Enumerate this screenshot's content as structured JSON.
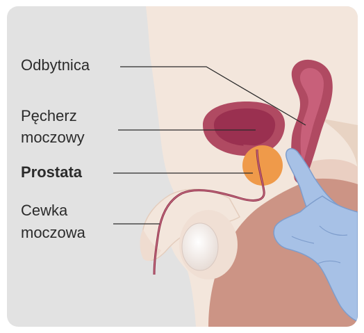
{
  "labels": {
    "rectum": "Odbytnica",
    "bladder_line1": "Pęcherz",
    "bladder_line2": "moczowy",
    "prostate": "Prostata",
    "urethra_line1": "Cewka",
    "urethra_line2": "moczowa"
  },
  "colors": {
    "background_panel": "#e2e2e2",
    "skin": "#f3e6dc",
    "skin_shadow": "#e8d3c3",
    "tissue_inner": "#c98f7f",
    "bladder": "#b04a62",
    "bladder_inner": "#9a3050",
    "rectum": "#b04a62",
    "rectum_inner": "#c8607a",
    "prostate": "#ef9a4a",
    "urethra": "#8b2a45",
    "glove": "#a7c1e6",
    "glove_outline": "#7e9dcc",
    "leader_line": "#2b2b2b"
  },
  "icons": [
    "glove-hand-icon"
  ]
}
